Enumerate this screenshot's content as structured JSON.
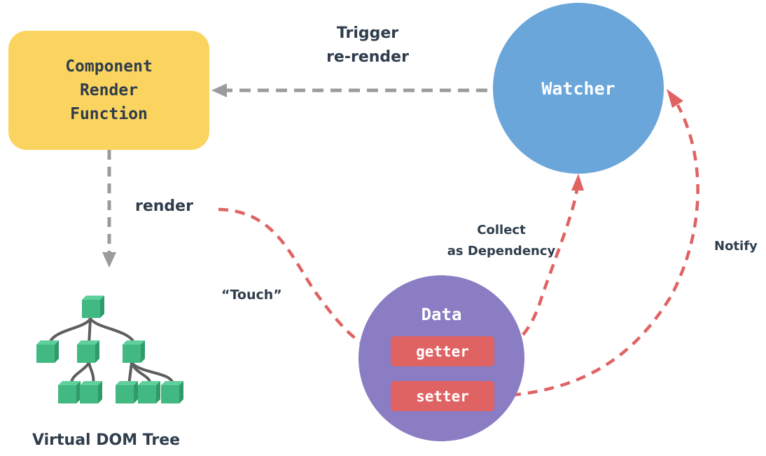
{
  "nodes": {
    "render_function": "Component\nRender\nFunction",
    "watcher": "Watcher",
    "data": "Data",
    "getter": "getter",
    "setter": "setter",
    "vdom_tree": "Virtual DOM Tree"
  },
  "edges": {
    "trigger": "Trigger\nre-render",
    "render": "render",
    "touch": "“Touch”",
    "collect": "Collect\nas Dependency",
    "notify": "Notify"
  },
  "colors": {
    "render_box": "#fbd45f",
    "watcher": "#6aa6d9",
    "data": "#8a7dc3",
    "pill": "#e06364",
    "red_arrow": "#e06364",
    "gray_arrow": "#9b9b9b",
    "tree_node": "#42b883",
    "text": "#2f3d4c"
  }
}
